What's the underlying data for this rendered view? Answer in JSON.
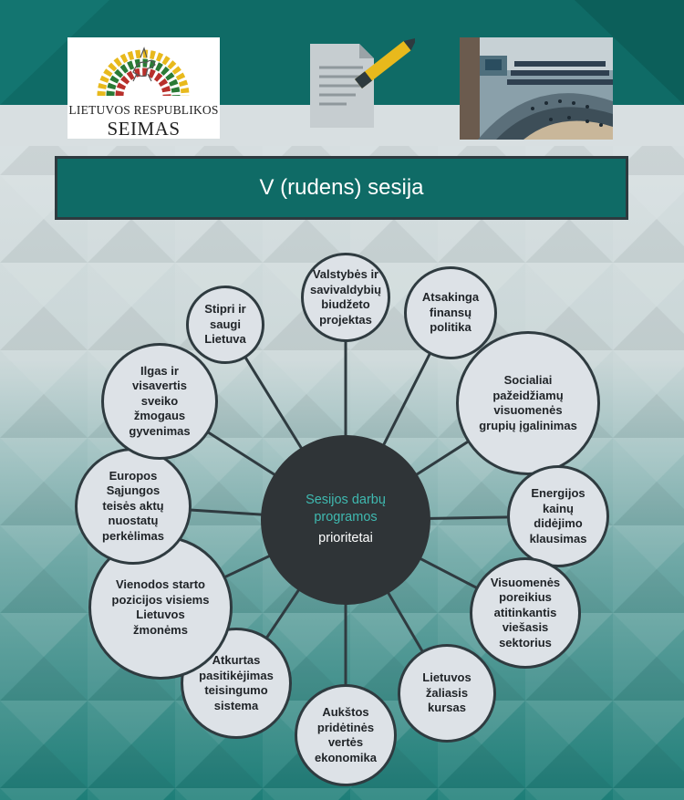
{
  "logo": {
    "line1": "LIETUVOS RESPUBLIKOS",
    "line2": "SEIMAS"
  },
  "title": "V (rudens) sesija",
  "center": {
    "line1": "Sesijos darbų\nprogramos",
    "line2": "prioritetai"
  },
  "icons": [
    "coat-of-arms-icon",
    "document-pen-icon",
    "parliament-hall-photo"
  ],
  "colors": {
    "teal": "#0f6b66",
    "dark": "#2f3437",
    "node_fill": "#dde2e7",
    "accent": "#3fb9b0"
  },
  "priorities": [
    "Valstybės ir\nsavivaldybių\nbiudžeto\nprojektas",
    "Atsakinga\nfinansų\npolitika",
    "Socialiai\npažeidžiamų\nvisuomenės\ngrupių įgalinimas",
    "Energijos\nkainų\ndidėjimo\nklausimas",
    "Visuomenės\nporeikius\natitinkantis\nviešasis\nsektorius",
    "Lietuvos\nžaliasis\nkursas",
    "Aukštos\npridėtinės\nvertės\nekonomika",
    "Atkurtas\npasitikėjimas\nteisingumo\nsistema",
    "Vienodos starto\npozicijos visiems\nLietuvos\nžmonėms",
    "Europos\nSąjungos\nteisės aktų\nnuostatų\nperkėlimas",
    "Ilgas ir\nvisavertis\nsveiko\nžmogaus\ngyvenimas",
    "Stipri ir\nsaugi\nLietuva"
  ]
}
